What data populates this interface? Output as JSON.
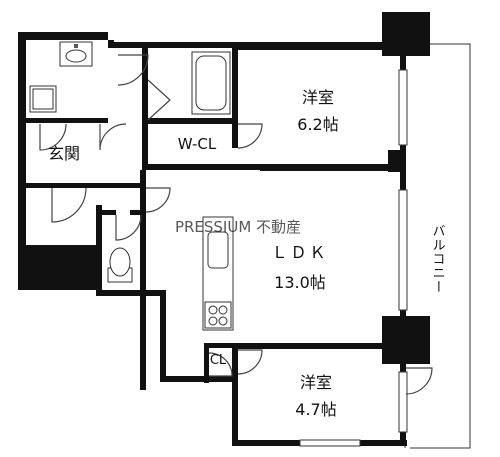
{
  "rooms": {
    "western_room_1": {
      "name": "洋室",
      "size": "6.2帖"
    },
    "walk_in_closet": {
      "name": "W-CL"
    },
    "entrance": {
      "name": "玄関"
    },
    "ldk": {
      "name": "ＬＤＫ",
      "size": "13.0帖"
    },
    "closet": {
      "name": "CL"
    },
    "western_room_2": {
      "name": "洋室",
      "size": "4.7帖"
    },
    "balcony": {
      "name": "バルコニー"
    }
  },
  "watermark": "PRESSIUM 不動産"
}
